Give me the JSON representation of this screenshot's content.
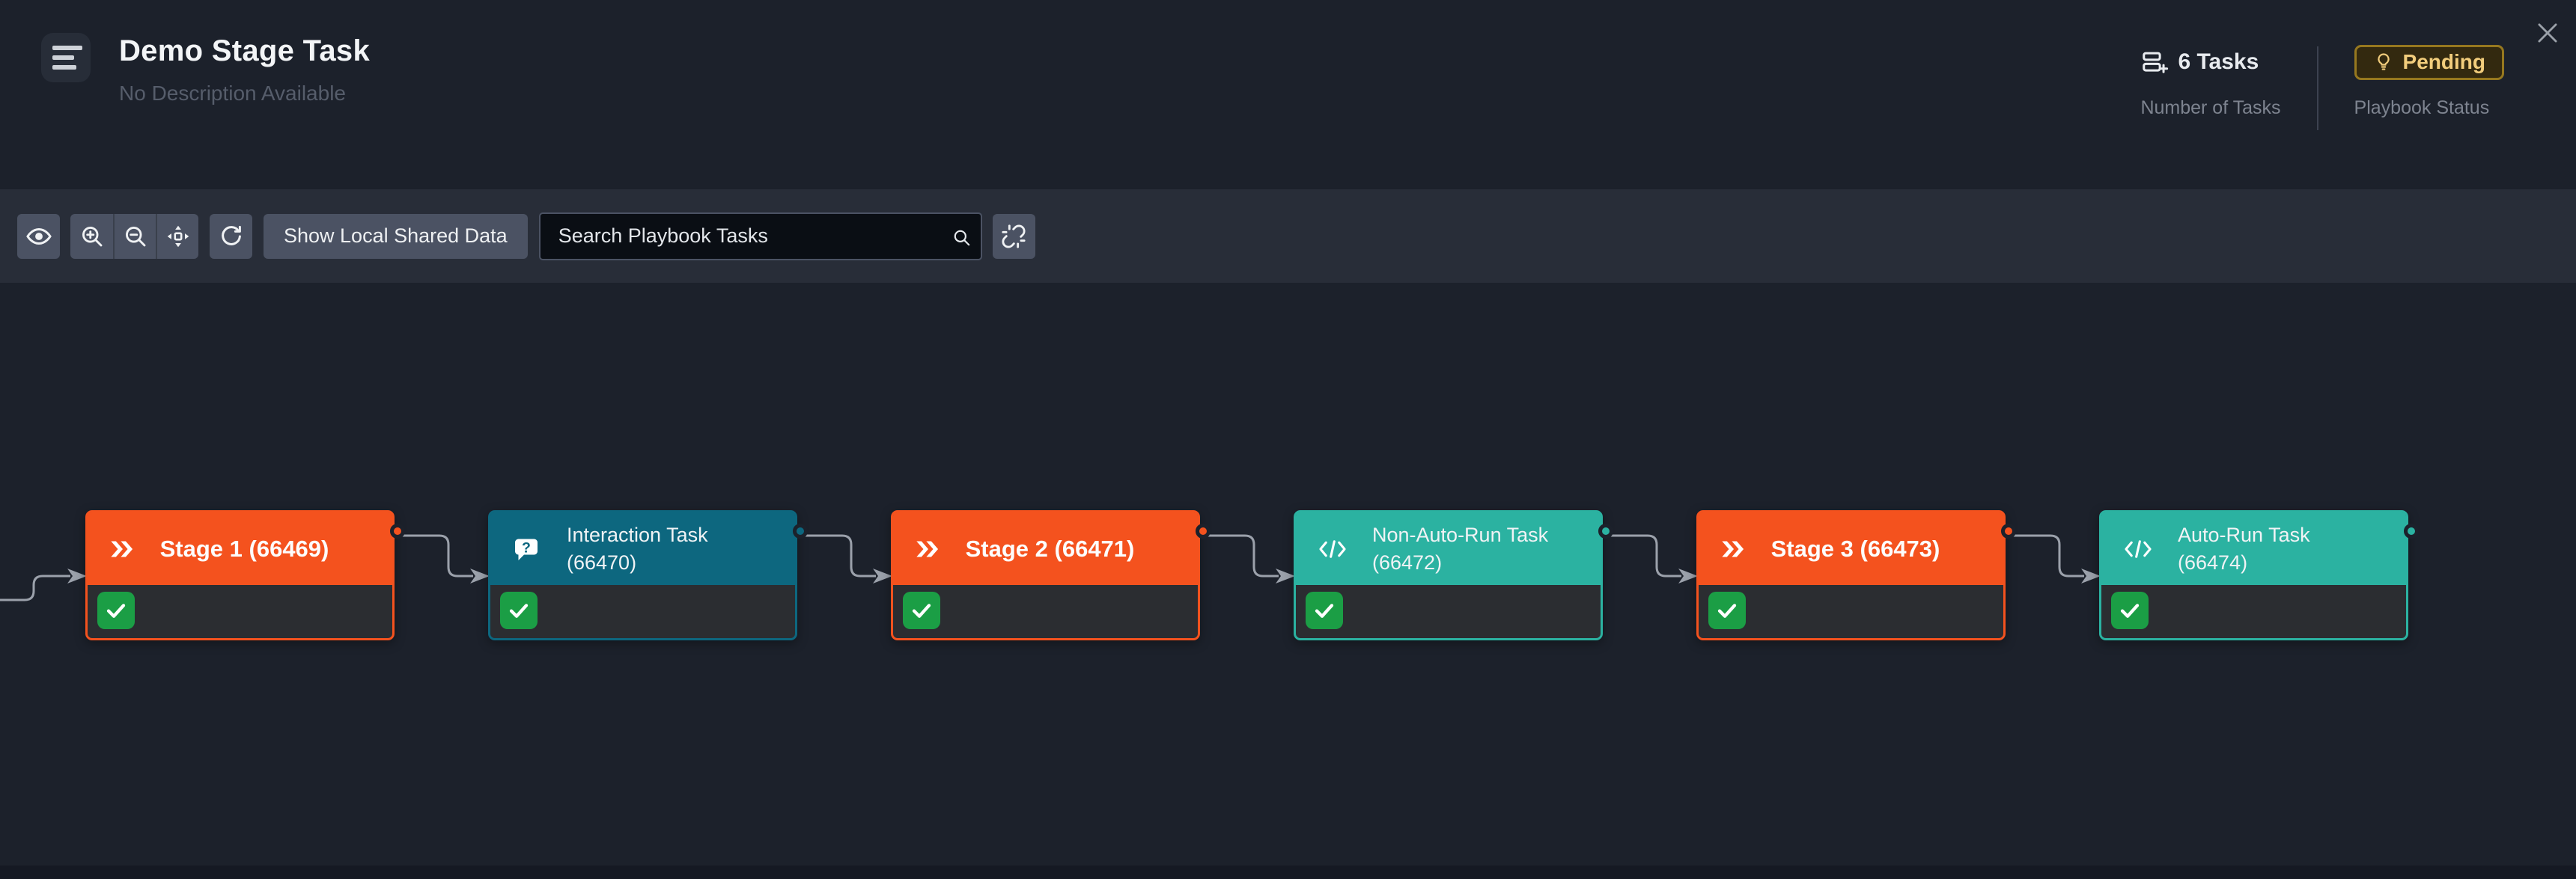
{
  "header": {
    "title": "Demo Stage Task",
    "subtitle": "No Description Available",
    "tasks_count": "6 Tasks",
    "tasks_count_label": "Number of Tasks",
    "playbook_status": "Pending",
    "playbook_status_label": "Playbook Status"
  },
  "toolbar": {
    "show_local_shared_data_label": "Show Local Shared Data",
    "search_placeholder": "Search Playbook Tasks",
    "search_value": ""
  },
  "colors": {
    "stage_orange": "#F4521E",
    "interaction_teal": "#0D677F",
    "script_green": "#2BB2A1",
    "completed_green": "#1B9E45",
    "pending_amber": "#F2CD7C",
    "pending_border": "#96781F",
    "edge_gray": "#9BA1AB",
    "node_body": "#2B2D31"
  },
  "canvas": {
    "nodes": [
      {
        "title": "Stage 1 (66469)",
        "lines": [
          "Stage 1 (66469)"
        ],
        "type": "stage",
        "color": "#F4521E",
        "status": "completed"
      },
      {
        "title": "Interaction Task (66470)",
        "lines": [
          "Interaction Task",
          "(66470)"
        ],
        "type": "interaction",
        "color": "#0D677F",
        "status": "completed"
      },
      {
        "title": "Stage 2 (66471)",
        "lines": [
          "Stage 2 (66471)"
        ],
        "type": "stage",
        "color": "#F4521E",
        "status": "completed"
      },
      {
        "title": "Non-Auto-Run Task (66472)",
        "lines": [
          "Non-Auto-Run Task",
          "(66472)"
        ],
        "type": "script",
        "color": "#2BB2A1",
        "status": "completed"
      },
      {
        "title": "Stage 3 (66473)",
        "lines": [
          "Stage 3 (66473)"
        ],
        "type": "stage",
        "color": "#F4521E",
        "status": "completed"
      },
      {
        "title": "Auto-Run Task (66474)",
        "lines": [
          "Auto-Run Task",
          "(66474)"
        ],
        "type": "script",
        "color": "#2BB2A1",
        "status": "completed"
      }
    ]
  }
}
